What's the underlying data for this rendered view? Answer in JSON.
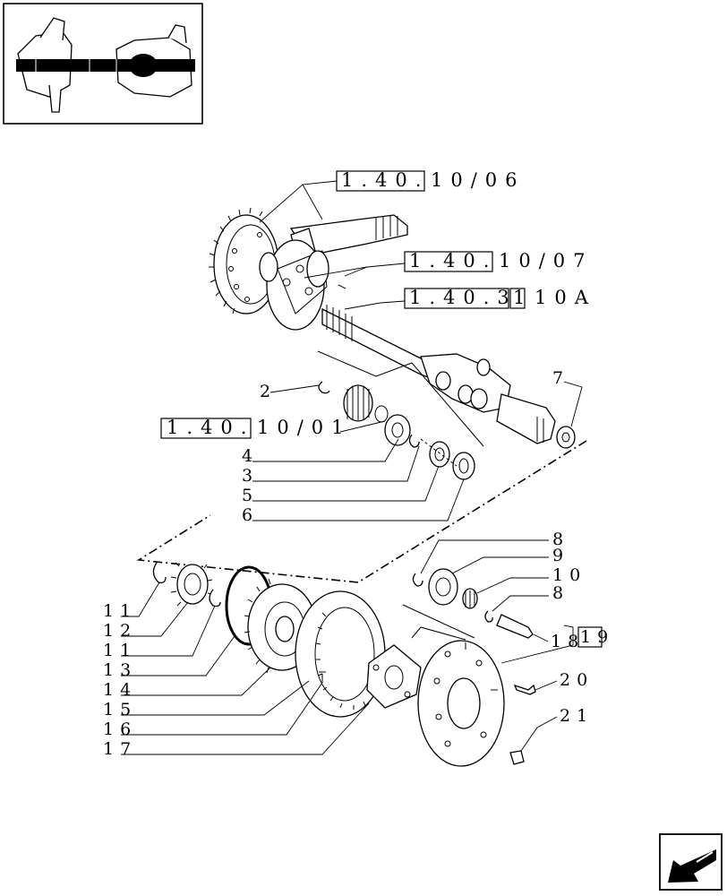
{
  "references": [
    {
      "boxed": "1.40.",
      "rest": "10/06"
    },
    {
      "boxed": "1.40.",
      "rest": "10/07"
    },
    {
      "boxed": "1.40.3",
      "mid": "1",
      "rest": "10A"
    },
    {
      "boxed": "1.40.",
      "rest": "10/01"
    }
  ],
  "callouts": {
    "c2": "2",
    "c4": "4",
    "c3": "3",
    "c5": "5",
    "c6": "6",
    "c7": "7",
    "c8a": "8",
    "c9": "9",
    "c10": "10",
    "c8b": "8",
    "c11a": "11",
    "c12": "12",
    "c11b": "11",
    "c13": "13",
    "c14": "14",
    "c15": "15",
    "c16": "16",
    "c17": "17",
    "c18": "18",
    "c19": "19",
    "c20": "20",
    "c21": "21"
  },
  "icons": {
    "thumbnail": "axle-assembly-thumbnail",
    "nav": "arrow-nav-icon"
  }
}
